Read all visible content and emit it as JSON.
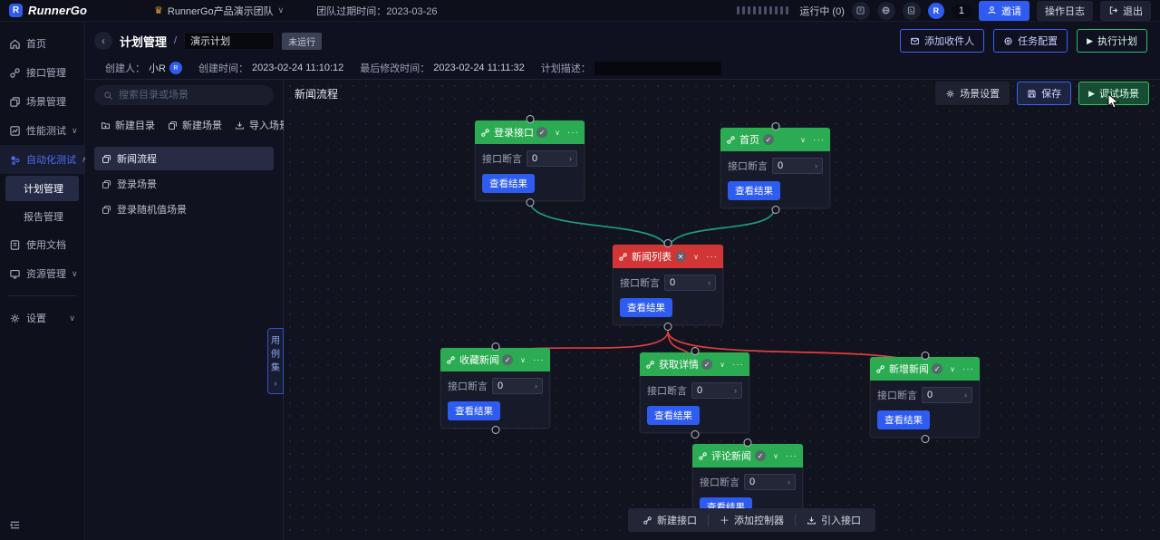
{
  "topbar": {
    "logo_text": "RunnerGo",
    "logo_letter": "R",
    "team_name": "RunnerGo产品演示团队",
    "expire_label": "团队过期时间：2023-03-26",
    "running_label": "运行中",
    "running_count": "(0)",
    "badge_count": "1",
    "invite_label": "邀请",
    "logs_label": "操作日志",
    "exit_label": "退出"
  },
  "sidebar": {
    "items": [
      {
        "label": "首页"
      },
      {
        "label": "接口管理"
      },
      {
        "label": "场景管理"
      },
      {
        "label": "性能测试"
      },
      {
        "label": "自动化测试"
      },
      {
        "label": "计划管理"
      },
      {
        "label": "报告管理"
      },
      {
        "label": "使用文档"
      },
      {
        "label": "资源管理"
      },
      {
        "label": "设置"
      }
    ]
  },
  "plan_header": {
    "breadcrumb_root": "计划管理",
    "plan_name": "演示计划",
    "status": "未运行",
    "creator_label": "创建人：",
    "creator": "小R",
    "created_label": "创建时间：",
    "created": "2023-02-24 11:10:12",
    "modified_label": "最后修改时间：",
    "modified": "2023-02-24 11:11:32",
    "desc_label": "计划描述：",
    "buttons": {
      "add_recipient": "添加收件人",
      "task_config": "任务配置",
      "run_plan": "执行计划"
    }
  },
  "scene_panel": {
    "search_placeholder": "搜索目录或场景",
    "actions": {
      "new_folder": "新建目录",
      "new_scene": "新建场景",
      "import_scene": "导入场景"
    },
    "items": [
      {
        "label": "新闻流程",
        "selected": true
      },
      {
        "label": "登录场景",
        "selected": false
      },
      {
        "label": "登录随机值场景",
        "selected": false
      }
    ]
  },
  "canvas": {
    "title": "新闻流程",
    "buttons": {
      "scene_settings": "场景设置",
      "save": "保存",
      "debug": "调试场景"
    },
    "case_tab": {
      "chars": [
        "用",
        "例",
        "集"
      ]
    },
    "toolbar": {
      "new_api": "新建接口",
      "add_controller": "添加控制器",
      "import_api": "引入接口"
    },
    "node_labels": {
      "assertion_label": "接口断言",
      "assertion_value": "0",
      "view_result": "查看结果"
    },
    "nodes": [
      {
        "title": "登录接口",
        "status": "success",
        "badge": "✓"
      },
      {
        "title": "首页",
        "status": "success",
        "badge": "✓"
      },
      {
        "title": "新闻列表",
        "status": "error",
        "badge": "✕"
      },
      {
        "title": "收藏新闻",
        "status": "success",
        "badge": "✓"
      },
      {
        "title": "获取详情",
        "status": "success",
        "badge": "✓"
      },
      {
        "title": "新增新闻",
        "status": "success",
        "badge": "✓"
      },
      {
        "title": "评论新闻",
        "status": "success",
        "badge": "✓"
      }
    ],
    "edges": [
      {
        "from": "登录接口",
        "to": "新闻列表",
        "color": "#1d9e7e"
      },
      {
        "from": "首页",
        "to": "新闻列表",
        "color": "#1d9e7e"
      },
      {
        "from": "新闻列表",
        "to": "收藏新闻",
        "color": "#e03e3e"
      },
      {
        "from": "新闻列表",
        "to": "获取详情",
        "color": "#e03e3e"
      },
      {
        "from": "新闻列表",
        "to": "新增新闻",
        "color": "#e03e3e"
      },
      {
        "from": "获取详情",
        "to": "评论新闻",
        "color": "#1d9e7e"
      }
    ]
  },
  "glyphs": {
    "chevron_down": "∨",
    "chevron_up": "∧",
    "back": "‹",
    "slash": "/",
    "more": "···",
    "arrow": "›",
    "crown": "♛",
    "play": "▶",
    "plus": "＋"
  },
  "colors": {
    "accent_blue": "#2e5bf0",
    "node_success": "#2bab52",
    "node_error": "#d23535",
    "edge_success": "#1d9e7e",
    "edge_error": "#e03e3e"
  }
}
